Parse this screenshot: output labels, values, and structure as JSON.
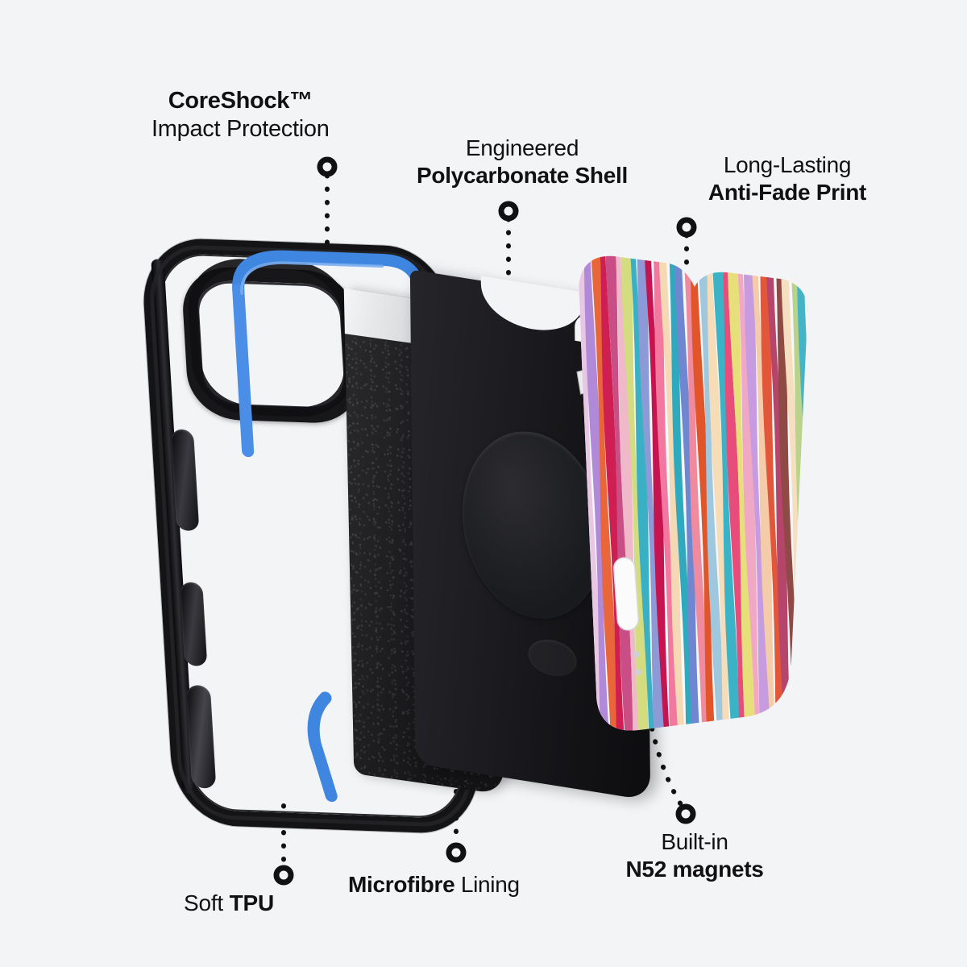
{
  "scene": {
    "title": "Phone case exploded view infographic",
    "background_color": "#f3f4f6",
    "text_color": "#111114",
    "accent_blue": "#3f86e0"
  },
  "callouts": [
    {
      "id": "coreshock",
      "line1": "CoreShock™",
      "line2": "Impact Protection",
      "line1_weight": "bold",
      "line2_weight": "regular",
      "target": "blue-coreshock-insert"
    },
    {
      "id": "polycarbonate",
      "line1": "Engineered",
      "line2": "Polycarbonate Shell",
      "line1_weight": "regular",
      "line2_weight": "bold",
      "target": "polycarbonate-shell"
    },
    {
      "id": "antifade",
      "line1": "Long-Lasting",
      "line2": "Anti-Fade Print",
      "line1_weight": "regular",
      "line2_weight": "bold",
      "target": "printed-back-panel"
    },
    {
      "id": "tpu",
      "line1": "",
      "line2": "",
      "inline_regular": "Soft ",
      "inline_bold": "TPU",
      "target": "tpu-bumper"
    },
    {
      "id": "microfibre",
      "line1": "",
      "line2": "",
      "inline_bold": "Microfibre",
      "inline_regular": " Lining",
      "target": "microfibre-lining"
    },
    {
      "id": "n52",
      "line1": "Built-in",
      "line2": "N52 magnets",
      "line1_weight": "regular",
      "line2_weight": "bold",
      "target": "magnet-ring"
    }
  ],
  "parts": {
    "tpu_bumper": {
      "name": "Soft TPU bumper frame",
      "color": "#141416",
      "buttons": [
        "volume-up-button",
        "volume-down-button",
        "action-button"
      ]
    },
    "coreshock_insert": {
      "name": "CoreShock impact insert",
      "color": "#3f86e0"
    },
    "microfibre_lining": {
      "name": "Microfibre lining",
      "color": "#1b1b1d"
    },
    "polycarbonate_shell": {
      "name": "Polycarbonate shell",
      "color": "#1c1c20"
    },
    "magnet_ring": {
      "name": "N52 magnet ring",
      "segment_count": 36,
      "color": "#e9eaec"
    },
    "print_panel": {
      "name": "Anti-fade printed back panel",
      "stripe_colors": [
        "#e8c7e4",
        "#b08ad8",
        "#e8663a",
        "#cf1f52",
        "#c94e86",
        "#f0b9c9",
        "#d3dc7e",
        "#39b0c4",
        "#8c9bd8",
        "#c51450",
        "#f2789f",
        "#f5d9b4",
        "#2fa9bd",
        "#6f87d0",
        "#f08a9f",
        "#e0562a",
        "#9fc7de",
        "#f7dcb8",
        "#3ab3c6",
        "#e84c7a",
        "#e7e07a",
        "#f1a8c4",
        "#c79be0",
        "#f4ccaa",
        "#e2563a",
        "#b5456a",
        "#8f4a45",
        "#f6dfc0",
        "#b9d38a",
        "#45b4c7",
        "#d2487f",
        "#e5763e"
      ],
      "side_button_color": "#f1f2f4"
    }
  }
}
